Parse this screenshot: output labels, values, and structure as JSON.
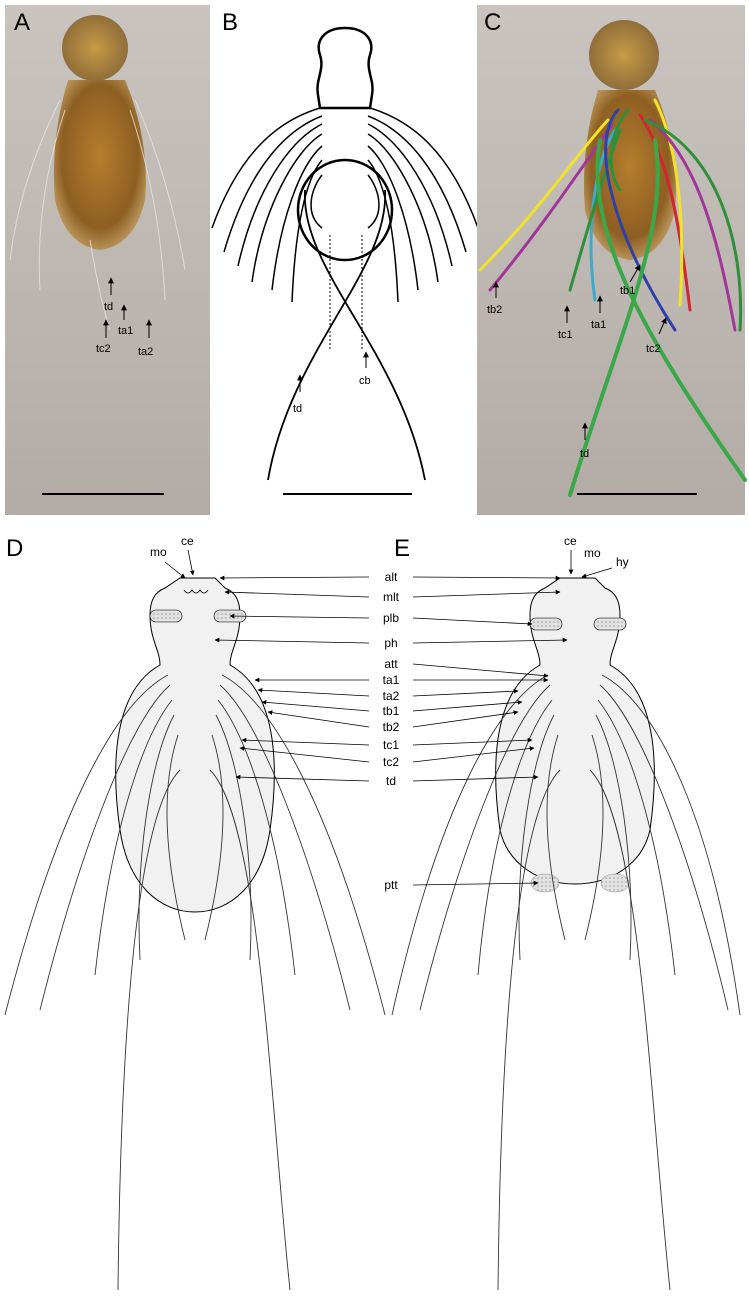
{
  "panels": {
    "a": {
      "letter": "A",
      "labels": {
        "td": "td",
        "ta1": "ta1",
        "tc2": "tc2",
        "ta2": "ta2"
      }
    },
    "b": {
      "letter": "B",
      "labels": {
        "td": "td",
        "cb": "cb"
      }
    },
    "c": {
      "letter": "C",
      "labels": {
        "tb2": "tb2",
        "tc1": "tc1",
        "ta1": "ta1",
        "tb1": "tb1",
        "tc2": "tc2",
        "td": "td"
      }
    },
    "d": {
      "letter": "D",
      "labels": {
        "mo": "mo",
        "ce": "ce"
      }
    },
    "e": {
      "letter": "E",
      "labels": {
        "ce": "ce",
        "mo": "mo",
        "hy": "hy"
      }
    }
  },
  "center_labels": [
    "alt",
    "mlt",
    "plb",
    "ph",
    "att",
    "ta1",
    "ta2",
    "tb1",
    "tb2",
    "tc1",
    "tc2",
    "td",
    "ptt"
  ],
  "tentacle_colors": {
    "ta1": "#3fa9c9",
    "ta2": "#f2e32a",
    "tb1": "#d0262f",
    "tb2": "#a0359a",
    "tc1": "#2f8f3a",
    "tc2": "#3040a8",
    "td": "#3aa848"
  }
}
